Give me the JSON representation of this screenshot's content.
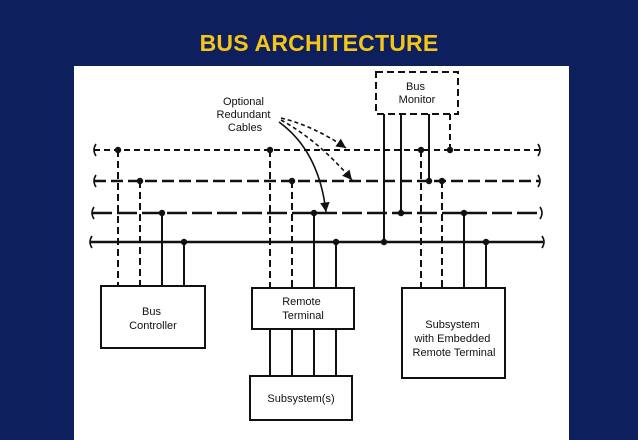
{
  "title": "BUS ARCHITECTURE",
  "diagram": {
    "callout_lines": [
      "Optional",
      "Redundant",
      "Cables"
    ],
    "bus_monitor_lines": [
      "Bus",
      "Monitor"
    ],
    "bus_controller_lines": [
      "Bus",
      "Controller"
    ],
    "remote_terminal_lines": [
      "Remote",
      "Terminal"
    ],
    "subsystems_label": "Subsystem(s)",
    "subsystem_embedded_lines": [
      "Subsystem",
      "with Embedded",
      "Remote Terminal"
    ]
  }
}
